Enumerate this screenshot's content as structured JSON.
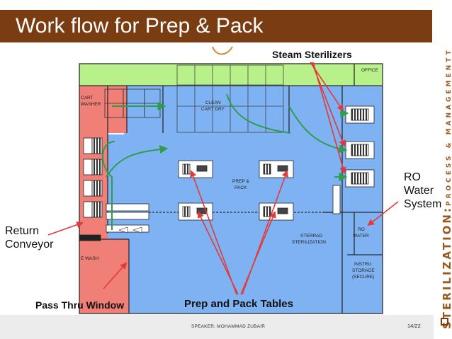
{
  "slide": {
    "title": "Work flow for Prep & Pack",
    "side_title_main": "STERILIZATION:",
    "side_title_sub": "PROCESS & MANAGEMENTT",
    "speaker": "SPEAKER: MOHAMMAD ZUBAIR",
    "page": "14/22"
  },
  "callouts": {
    "steam_sterilizers": "Steam Sterilizers",
    "ro_line1": "RO",
    "ro_line2": "Water",
    "ro_line3": "System",
    "return_line1": "Return",
    "return_line2": "Conveyor",
    "pass_thru": "Pass Thru Window",
    "prep_tables": "Prep and Pack Tables"
  },
  "plan_labels": {
    "office": "OFFICE",
    "cart_1": "CART",
    "cart_2": "WASHER",
    "clean_1": "CLEAN",
    "clean_2": "CART DRY",
    "prep_1": "PREP &",
    "prep_2": "PACK",
    "sterrad_1": "STERRAD",
    "sterrad_2": "STERILIZATION",
    "ro_1": "RO",
    "ro_2": "WATER",
    "instru_1": "INSTRU.",
    "instru_2": "STORAGE",
    "instru_3": "(SECURE)",
    "wash": "E WASH"
  },
  "colors": {
    "title_bar": "#7a3d12",
    "blue_zone": "#7fb2f3",
    "green_zone": "#b8f08a",
    "red_zone": "#f07f78",
    "arrow_red": "#e23a3a",
    "flow_green": "#2e9e4b"
  }
}
